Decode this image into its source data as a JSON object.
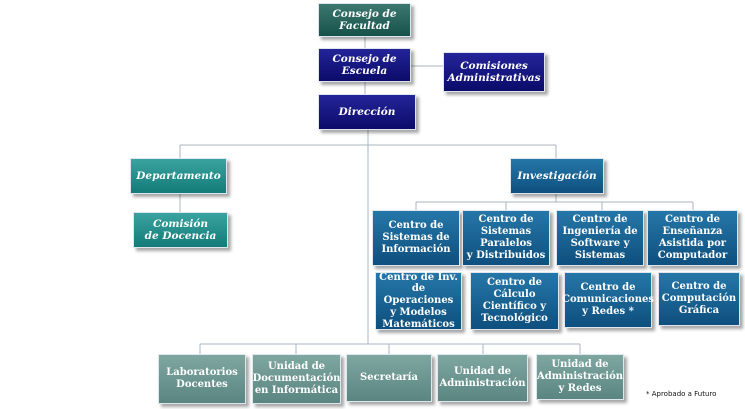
{
  "boxes": {
    "consejo_facultad": "Consejo de\nFacultad",
    "consejo_escuela": "Consejo de\nEscuela",
    "comisiones_administrativas": "Comisiones\nAdministrativas",
    "direccion": "Dirección",
    "departamento": "Departamento",
    "comision_docencia": "Comisión\nde Docencia",
    "investigacion": "Investigación",
    "centros": [
      "Centro de\nSistemas de\nInformación",
      "Centro de\nSistemas\nParalelos\ny Distribuidos",
      "Centro de\nIngeniería de\nSoftware y\nSistemas",
      "Centro de\nEnseñanza\nAsistida por\nComputador",
      "Centro de Inv.\nde Operaciones\ny Modelos\nMatemáticos",
      "Centro de\nCálculo\nCientífico y\nTecnológico",
      "Centro de\nComunicaciones\ny Redes *",
      "Centro de\nComputación\nGráfica"
    ],
    "unidades": [
      "Laboratorios\nDocentes",
      "Unidad de\nDocumentación\nen Informática",
      "Secretaría",
      "Unidad de\nAdministración",
      "Unidad de\nAdministración\ny Redes"
    ]
  },
  "footnote": "* Aprobado a Futuro",
  "colors": {
    "governance": "#1e5c54",
    "direction": "#12127a",
    "department": "#1f8a86",
    "research": "#145f8e",
    "units": "#6b9691",
    "connector": "#a9b6c2"
  }
}
